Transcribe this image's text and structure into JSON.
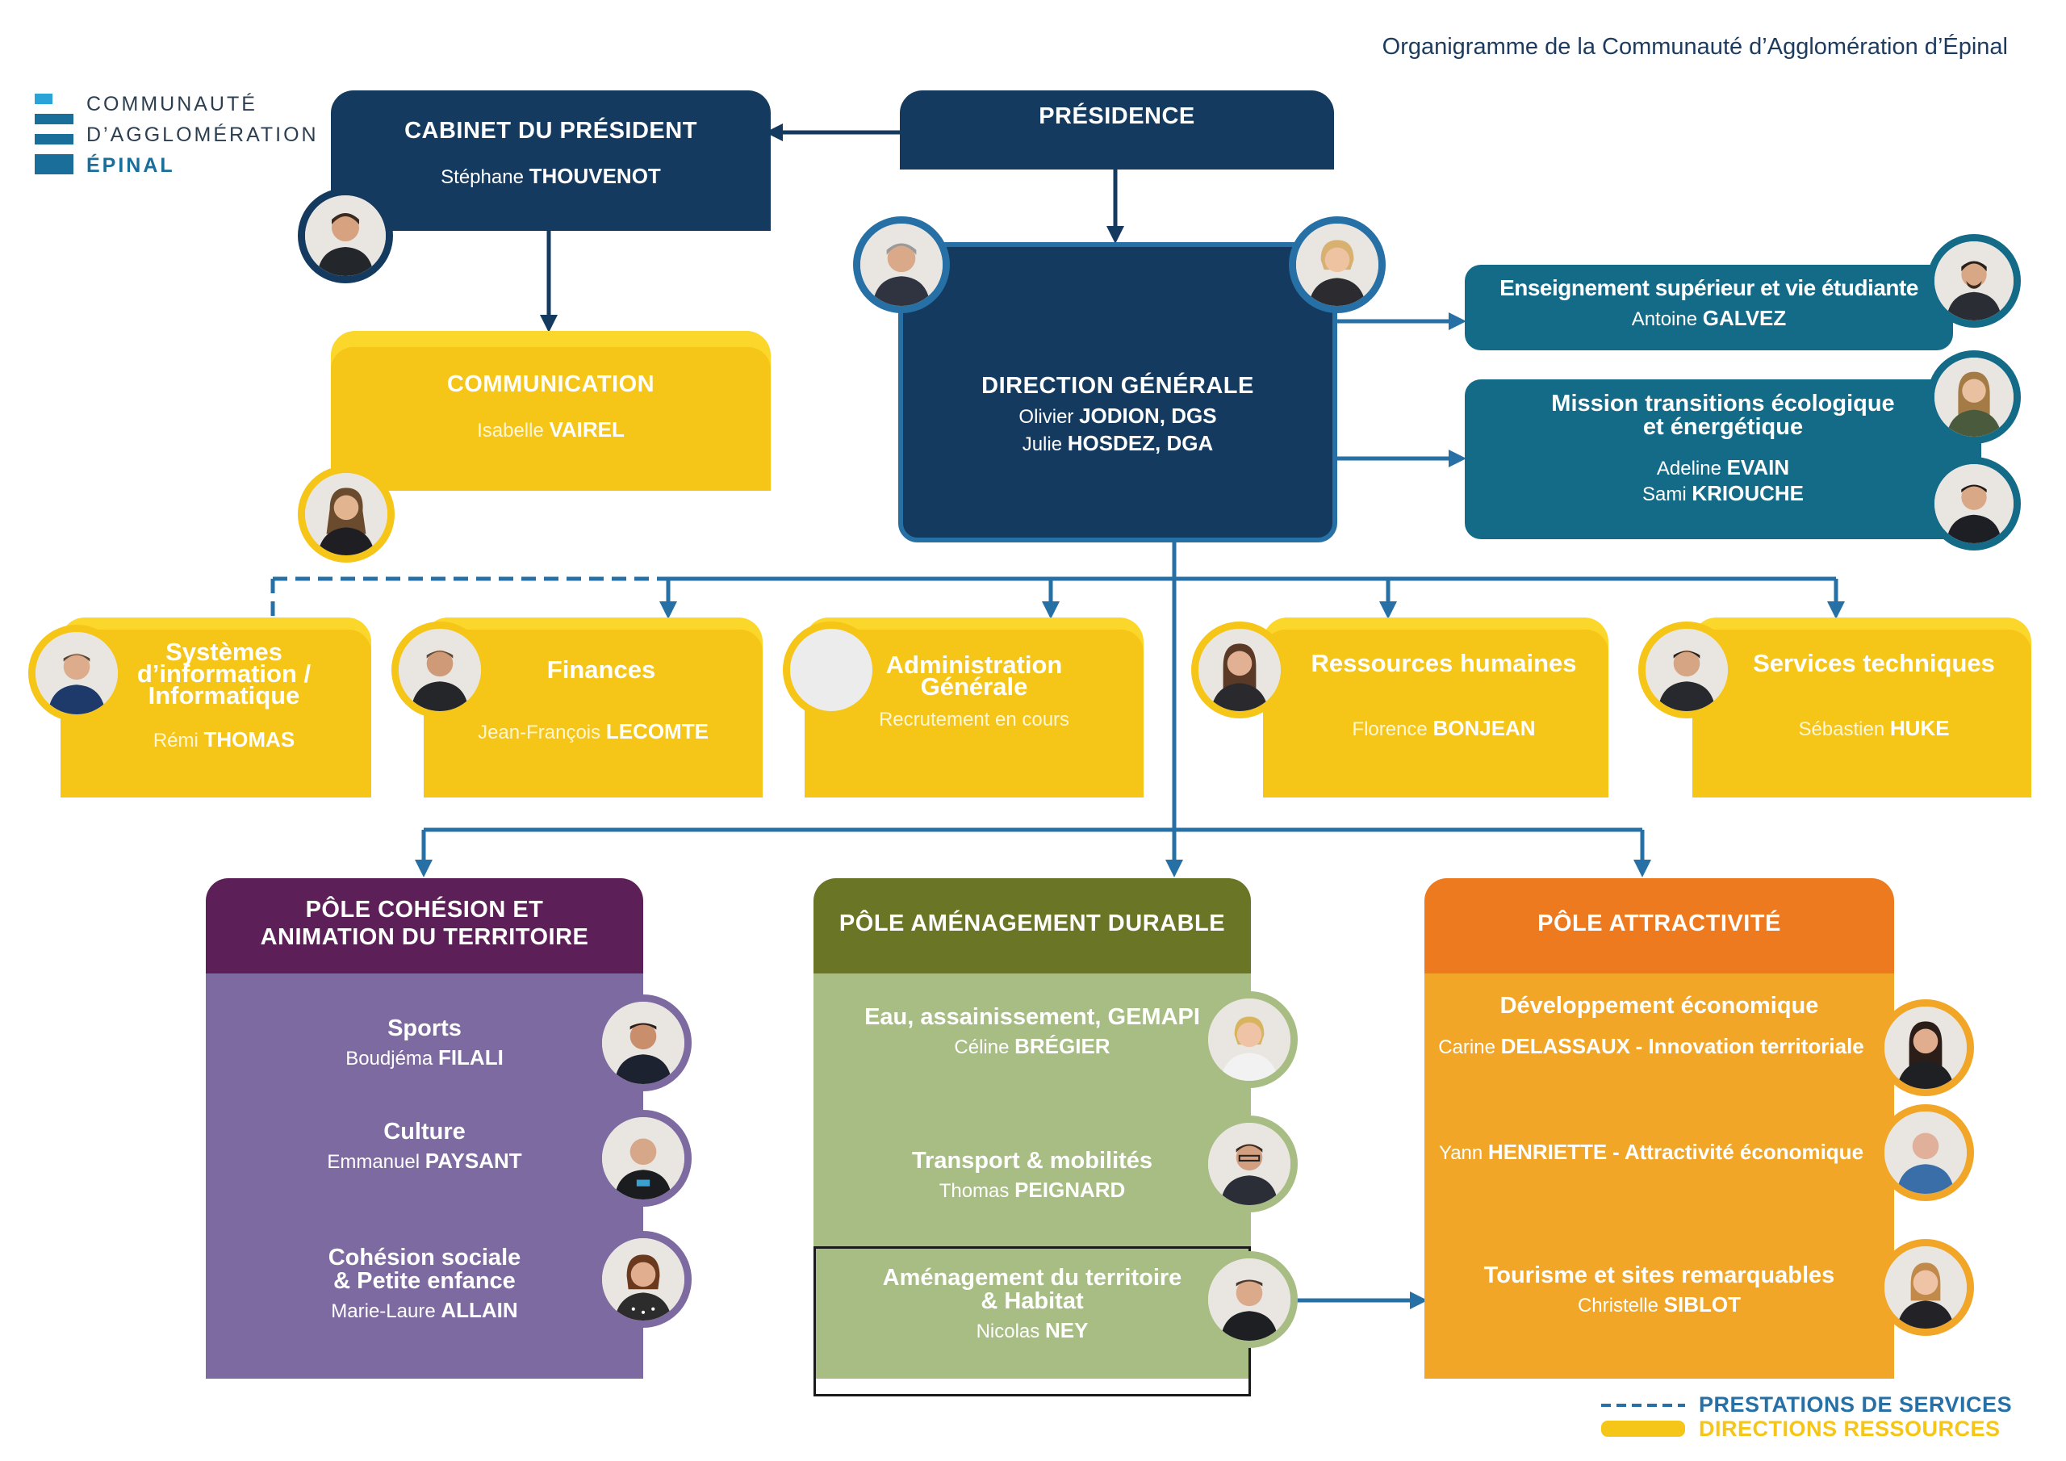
{
  "page_title": "Organigramme de la Communauté d’Agglomération d’Épinal",
  "logo": {
    "line1": "COMMUNAUTÉ",
    "line2": "D’AGGLOMÉRATION",
    "line3": "ÉPINAL"
  },
  "colors": {
    "navy": "#153a5f",
    "teal": "#136b88",
    "yellow": "#f5c518",
    "purple": "#7d6aa0",
    "purple_dark": "#5c1f57",
    "green": "#a7bd83",
    "green_dark": "#6b7526",
    "orange": "#f1a628",
    "orange_dark": "#ee7a20",
    "line": "#2670a6"
  },
  "presidence": {
    "title": "PRÉSIDENCE"
  },
  "cabinet": {
    "title": "CABINET DU PRÉSIDENT",
    "first": "Stéphane",
    "last": "THOUVENOT"
  },
  "communication": {
    "title": "COMMUNICATION",
    "first": "Isabelle",
    "last": "VAIREL"
  },
  "direction": {
    "title": "DIRECTION GÉNÉRALE",
    "p1_first": "Olivier",
    "p1_last": "JODION, DGS",
    "p2_first": "Julie",
    "p2_last": "HOSDEZ, DGA"
  },
  "enseignement": {
    "title": "Enseignement supérieur et vie étudiante",
    "first": "Antoine",
    "last": "GALVEZ"
  },
  "mission": {
    "title1": "Mission transitions écologique",
    "title2": "et énergétique",
    "p1_first": "Adeline",
    "p1_last": "EVAIN",
    "p2_first": "Sami",
    "p2_last": "KRIOUCHE"
  },
  "departments": [
    {
      "title1": "Systèmes",
      "title2": "d’information /",
      "title3": "Informatique",
      "first": "Rémi",
      "last": "THOMAS"
    },
    {
      "title1": "Finances",
      "first": "Jean-François",
      "last": "LECOMTE"
    },
    {
      "title1": "Administration",
      "title2": "Générale",
      "status": "Recrutement en cours"
    },
    {
      "title1": "Ressources humaines",
      "first": "Florence",
      "last": "BONJEAN"
    },
    {
      "title1": "Services techniques",
      "first": "Sébastien",
      "last": "HUKE"
    }
  ],
  "pole_cohesion": {
    "title1": "PÔLE COHÉSION ET",
    "title2": "ANIMATION DU TERRITOIRE",
    "items": [
      {
        "title1": "Sports",
        "first": "Boudjéma",
        "last": "FILALI"
      },
      {
        "title1": "Culture",
        "first": "Emmanuel",
        "last": "PAYSANT"
      },
      {
        "title1": "Cohésion sociale",
        "title2": "& Petite enfance",
        "first": "Marie-Laure",
        "last": "ALLAIN"
      }
    ]
  },
  "pole_amenagement": {
    "title1": "PÔLE AMÉNAGEMENT DURABLE",
    "items": [
      {
        "title1": "Eau, assainissement, GEMAPI",
        "first": "Céline",
        "last": "BRÉGIER"
      },
      {
        "title1": "Transport & mobilités",
        "first": "Thomas",
        "last": "PEIGNARD"
      },
      {
        "title1": "Aménagement du territoire",
        "title2": "& Habitat",
        "first": "Nicolas",
        "last": "NEY"
      }
    ]
  },
  "pole_attractivite": {
    "title1": "PÔLE ATTRACTIVITÉ",
    "items": [
      {
        "title1": "Développement économique",
        "first": "Carine",
        "last": "DELASSAUX",
        "role": "- Innovation territoriale"
      },
      {
        "first": "Yann",
        "last": "HENRIETTE",
        "role": "- Attractivité économique"
      },
      {
        "title1": "Tourisme et sites remarquables",
        "first": "Christelle",
        "last": "SIBLOT"
      }
    ]
  },
  "legend": {
    "dashed": "PRESTATIONS DE SERVICES",
    "solid": "DIRECTIONS RESSOURCES"
  }
}
